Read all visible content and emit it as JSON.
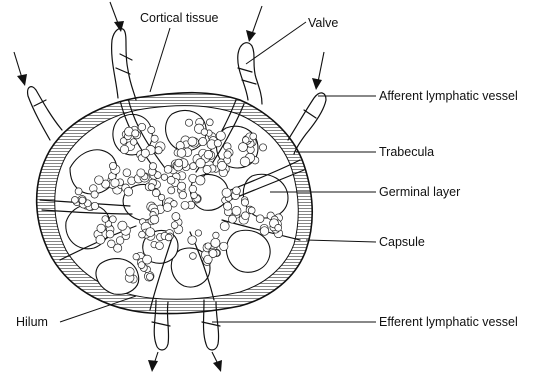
{
  "labels": {
    "cortical_tissue": "Cortical tissue",
    "valve": "Valve",
    "afferent": "Afferent lymphatic vessel",
    "trabecula": "Trabecula",
    "germinal": "Germinal layer",
    "capsule": "Capsule",
    "hilum": "Hilum",
    "efferent": "Efferent lymphatic vessel"
  }
}
